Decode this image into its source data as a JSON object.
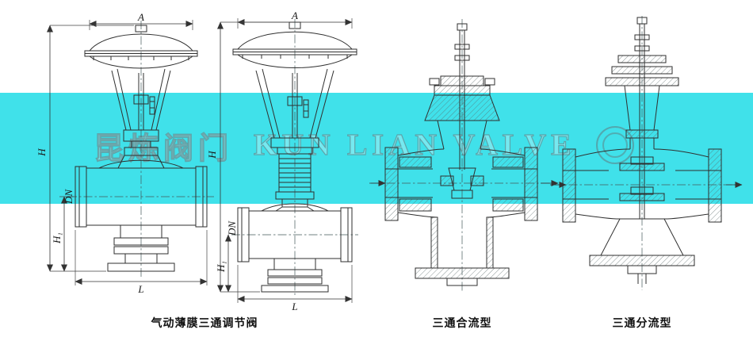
{
  "band": {
    "color": "#40e1ea"
  },
  "watermark": {
    "cn": "昆炼阀门",
    "en": "KUN LIAN VALVE"
  },
  "dims": {
    "A": "A",
    "H": "H",
    "H1": "H₁",
    "L": "L",
    "DN": "DN"
  },
  "captions": {
    "left": "气动薄膜三通调节阀",
    "middle": "三通合流型",
    "right": "三通分流型"
  }
}
